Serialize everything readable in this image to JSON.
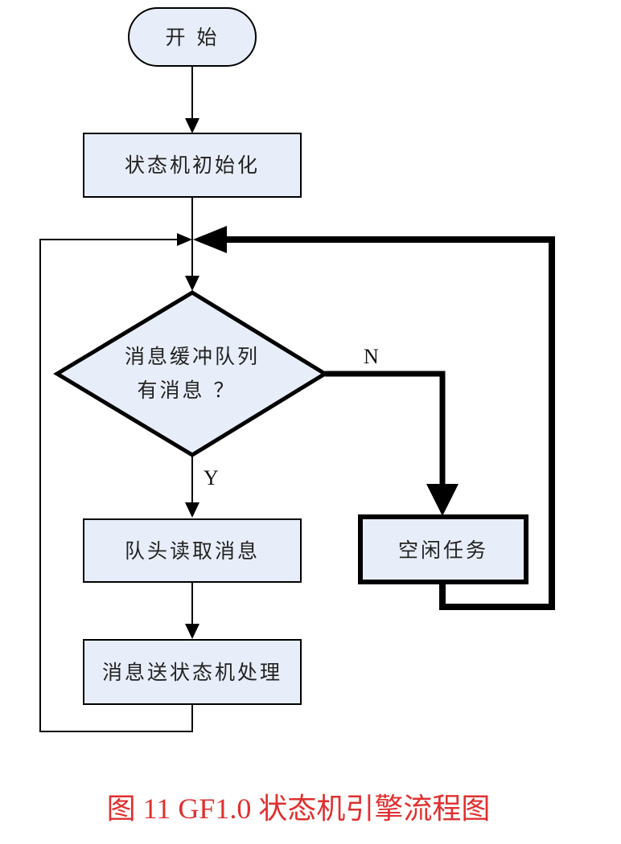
{
  "colors": {
    "node_fill": "#e8eef9",
    "stroke": "#000000",
    "caption": "#e03030"
  },
  "nodes": {
    "start": "开 始",
    "init": "状态机初始化",
    "decision_line1": "消息缓冲队列",
    "decision_line2": "有消息 ？",
    "read": "队头读取消息",
    "process": "消息送状态机处理",
    "idle": "空闲任务"
  },
  "labels": {
    "no": "N",
    "yes": "Y"
  },
  "caption": "图 11 GF1.0 状态机引擎流程图"
}
